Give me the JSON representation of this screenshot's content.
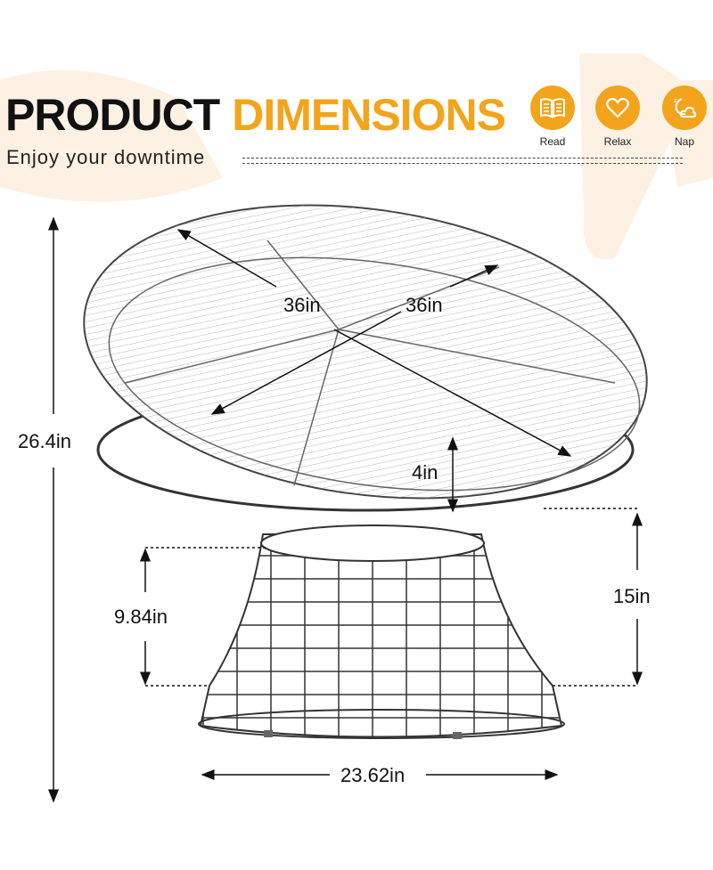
{
  "header": {
    "title_part1": "PRODUCT",
    "title_part2": "DIMENSIONS",
    "subtitle": "Enjoy your downtime"
  },
  "features": [
    {
      "label": "Read",
      "icon": "open-book-icon"
    },
    {
      "label": "Relax",
      "icon": "heart-icon"
    },
    {
      "label": "Nap",
      "icon": "moon-cloud-icon"
    }
  ],
  "dimensions": {
    "total_height": "26.4in",
    "cushion_width": "36in",
    "cushion_depth": "36in",
    "cushion_thickness": "4in",
    "seat_height": "15in",
    "base_height": "9.84in",
    "base_width": "23.62in"
  },
  "colors": {
    "accent": "#F2A41C",
    "background_shape": "#FDF1E4"
  }
}
